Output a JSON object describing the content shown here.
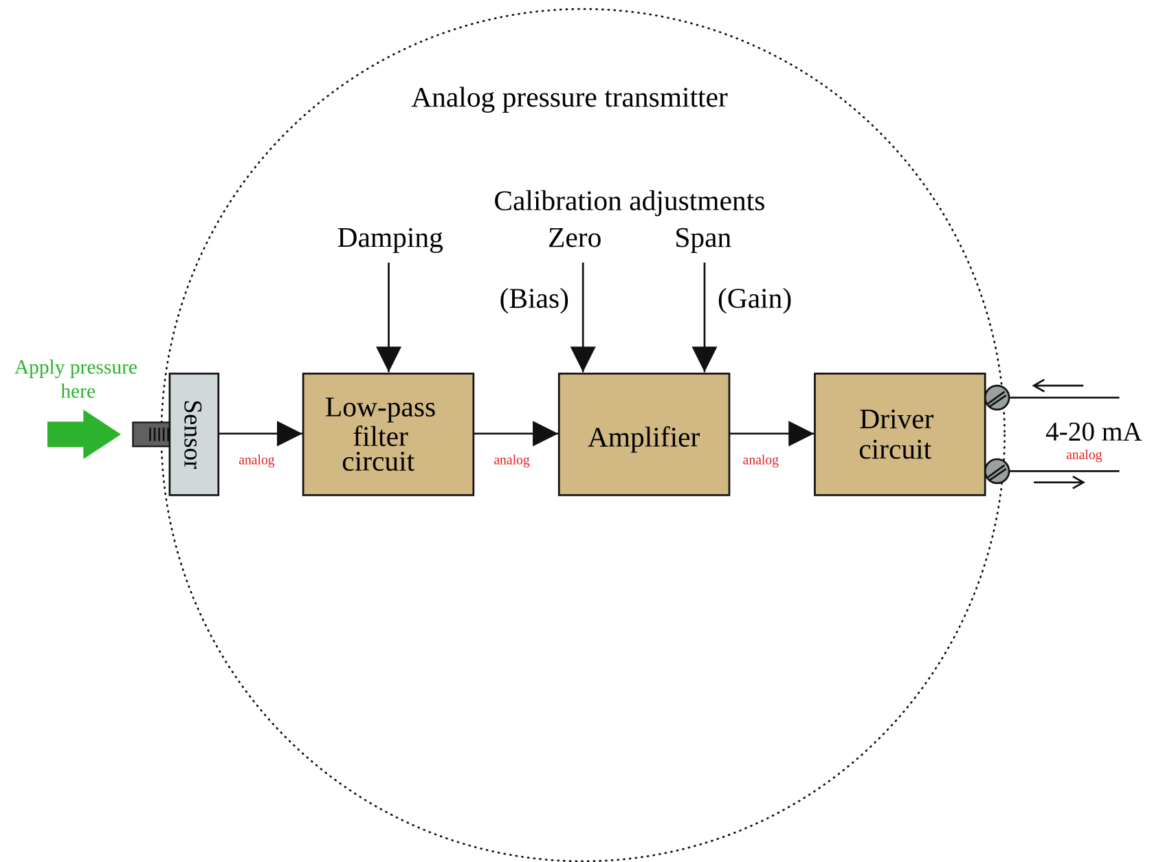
{
  "title": "Analog pressure transmitter",
  "calibration_heading": "Calibration adjustments",
  "damping_label": "Damping",
  "zero_label": "Zero",
  "bias_label": "(Bias)",
  "span_label": "Span",
  "gain_label": "(Gain)",
  "apply_pressure_line1": "Apply pressure",
  "apply_pressure_line2": "here",
  "sensor_label": "Sensor",
  "filter_line1": "Low-pass",
  "filter_line2": "filter",
  "filter_line3": "circuit",
  "amplifier_label": "Amplifier",
  "driver_line1": "Driver",
  "driver_line2": "circuit",
  "signal_label": "analog",
  "output_label": "4-20 mA",
  "output_signal_label": "analog",
  "colors": {
    "block": "#d2b883",
    "sensor": "#d0d8da",
    "green": "#2db22d",
    "red": "#e02020",
    "terminal": "#9aa0a0",
    "port": "#606060"
  }
}
